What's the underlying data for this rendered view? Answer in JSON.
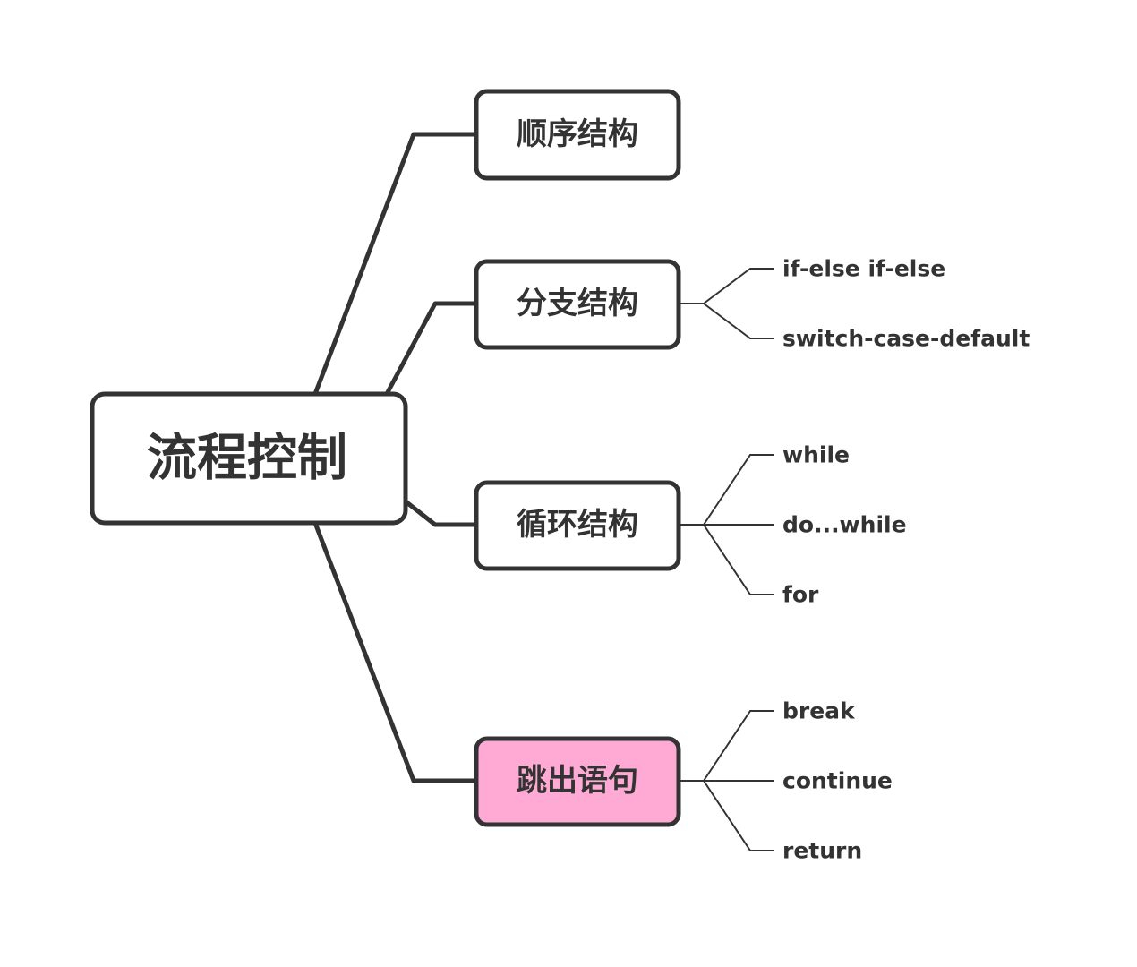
{
  "root": {
    "label": "流程控制"
  },
  "branches": [
    {
      "label": "顺序结构",
      "highlighted": false,
      "children": []
    },
    {
      "label": "分支结构",
      "highlighted": false,
      "children": [
        "if-else if-else",
        "switch-case-default"
      ]
    },
    {
      "label": "循环结构",
      "highlighted": false,
      "children": [
        "while",
        "do...while",
        "for"
      ]
    },
    {
      "label": "跳出语句",
      "highlighted": true,
      "children": [
        "break",
        "continue",
        "return"
      ]
    }
  ],
  "colors": {
    "line": "#333333",
    "box_fill": "#ffffff",
    "highlight_fill": "#ffaad5",
    "text": "#333333"
  }
}
